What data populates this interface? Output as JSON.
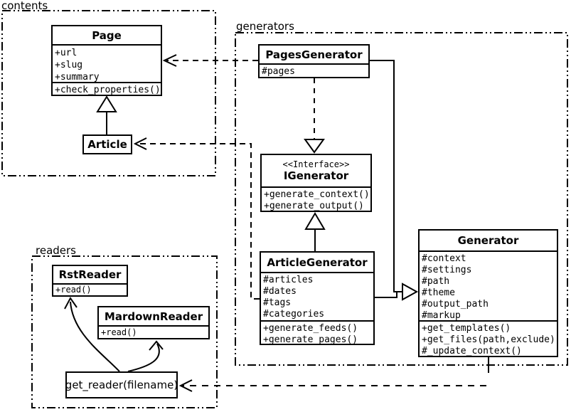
{
  "packages": {
    "contents": {
      "label": "contents"
    },
    "generators": {
      "label": "generators"
    },
    "readers": {
      "label": "readers"
    }
  },
  "classes": {
    "page": {
      "name": "Page",
      "attributes": [
        "+url",
        "+slug",
        "+summary"
      ],
      "methods": [
        "+check_properties()"
      ]
    },
    "article": {
      "name": "Article"
    },
    "pages_generator": {
      "name": "PagesGenerator",
      "attributes": [
        "#pages"
      ]
    },
    "igenerator": {
      "stereotype": "<<Interface>>",
      "name": "IGenerator",
      "methods": [
        "+generate_context()",
        "+generate_output()"
      ]
    },
    "article_generator": {
      "name": "ArticleGenerator",
      "attributes": [
        "#articles",
        "#dates",
        "#tags",
        "#categories"
      ],
      "methods": [
        "+generate_feeds()",
        "+generate_pages()"
      ]
    },
    "generator": {
      "name": "Generator",
      "attributes": [
        "#context",
        "#settings",
        "#path",
        "#theme",
        "#output_path",
        "#markup"
      ],
      "methods": [
        "+get_templates()",
        "+get_files(path,exclude)",
        "#_update_context()"
      ]
    },
    "rst_reader": {
      "name": "RstReader",
      "methods": [
        "+read()"
      ]
    },
    "mardown_reader": {
      "name": "MardownReader",
      "methods": [
        "+read()"
      ]
    },
    "get_reader": {
      "name": "get_reader(filename)"
    }
  },
  "relations": [
    {
      "from": "Article",
      "to": "Page",
      "type": "inheritance"
    },
    {
      "from": "PagesGenerator",
      "to": "Page",
      "type": "dependency-dashed"
    },
    {
      "from": "ArticleGenerator",
      "to": "Article",
      "type": "dependency-dashed"
    },
    {
      "from": "PagesGenerator",
      "to": "IGenerator",
      "type": "realization-dashed"
    },
    {
      "from": "ArticleGenerator",
      "to": "IGenerator",
      "type": "realization"
    },
    {
      "from": "PagesGenerator",
      "to": "Generator",
      "type": "inheritance"
    },
    {
      "from": "ArticleGenerator",
      "to": "Generator",
      "type": "inheritance"
    },
    {
      "from": "Generator",
      "to": "get_reader(filename)",
      "type": "dependency-dashed"
    },
    {
      "from": "get_reader(filename)",
      "to": "RstReader",
      "type": "arrow"
    },
    {
      "from": "get_reader(filename)",
      "to": "MardownReader",
      "type": "arrow"
    }
  ],
  "colors": {
    "stroke": "#000000",
    "background": "#ffffff"
  }
}
